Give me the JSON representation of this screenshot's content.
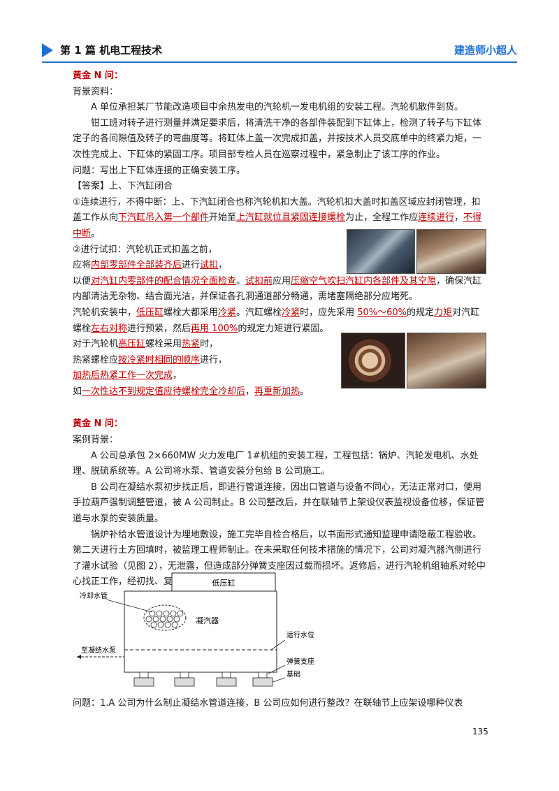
{
  "header": {
    "title": "第 1 篇  机电工程技术",
    "brand": "建造师小超人"
  },
  "section1": {
    "title": "黄金 N 问：",
    "background_label": "背景资料：",
    "p1": "A 单位承担某厂节能改造项目中余热发电的汽轮机一发电机组的安装工程。汽轮机散件到货。",
    "p2": "钳工班对转子进行测量并满足要求后，将清洗干净的各部件装配到下缸体上，检测了转子与下缸体定子的各间隙值及转子的弯曲度等。将缸体上盖一次完成扣盖，并按技术人员交底单中的终紧力矩，一次性完成上、下缸体的紧固工序。项目部专检人员在巡察过程中，紧急制止了该工序的作业。",
    "question": "问题：写出上下缸体连接的正确安装工序。",
    "answer": "【答案】上、下汽缸闭合",
    "a1_1": "①连续进行，不得中断：上、下汽缸闭合也称汽轮机扣大盖。汽轮机扣大盖时扣盖区域应封闭管理，扣盖工作从向",
    "a1_u1": "下汽缸吊入第一个部件",
    "a1_2": "开始至",
    "a1_u2": "上汽缸就位且紧固连接螺栓",
    "a1_3": "为止，全程工作应",
    "a1_u3": "连续进行",
    "a1_4": "，",
    "a1_u4": "不得中断",
    "a1_5": "。",
    "a2_1": "②进行试扣：汽轮机正式扣盖之前，",
    "a2_2": "应将",
    "a2_u1": "内部零部件全部装齐后",
    "a2_3": "进行",
    "a2_u2": "试扣",
    "a2_4": "，",
    "a2_5": "以便",
    "a2_u3": "对汽缸内零部件的配合情况全面检查",
    "a2_6": "。",
    "a2_u4": "试扣前",
    "a2_7": "应用",
    "a2_u5": "压缩空气吹扫汽缸内各部件及其空隙",
    "a2_8": "，确保汽缸内部清洁无杂物、结合面光洁，并保证各孔洞通道部分畅通，需堵塞隔绝部分应堵死。",
    "a3_1": "汽轮机安装中，",
    "a3_u1": "低压缸",
    "a3_2": "螺栓大都采用",
    "a3_u2": "冷紧",
    "a3_3": "。汽缸螺栓",
    "a3_u3": "冷紧",
    "a3_4": "时，应先采用 ",
    "a3_u4": "50%～60%",
    "a3_5": "的规定",
    "a3_u5": "力矩",
    "a3_6": "对汽缸螺栓",
    "a3_u6": "左右对称",
    "a3_7": "进行预紧，然后",
    "a3_u7": "再用 100%",
    "a3_8": "的规定力矩进行紧固。",
    "a4_1": "对于汽轮机",
    "a4_u1": "高压缸",
    "a4_2": "螺栓采用",
    "a4_u2": "热紧",
    "a4_3": "时，",
    "a4_4": "热紧螺栓应",
    "a4_u3": "按冷紧时相同的顺序",
    "a4_5": "进行，",
    "a4_u4": "加热后热紧工作一次完成",
    "a4_6": "，",
    "a4_7": "如",
    "a4_u5": "一次性达不到规定值应待螺栓完全冷却后",
    "a4_8": "，",
    "a4_u6": "再重新加热",
    "a4_9": "。"
  },
  "section2": {
    "title": "黄金 N 问：",
    "background_label": "案例背景：",
    "p1": "A 公司总承包 2×660MW 火力发电厂 1#机组的安装工程，工程包括：锅炉、汽轮发电机、水处理、脱硫系统等。A 公司将水泵、管道安装分包给 B 公司施工。",
    "p2": "B 公司在凝结水泵初步找正后，即进行管道连接，因出口管道与设备不同心，无法正常对口，便用手拉葫芦强制调整管道，被 A 公司制止。B 公司整改后，并在联轴节上架设仪表监视设备位移，保证管道与水泵的安装质量。",
    "p3": "锅炉补给水管道设计为埋地敷设，施工完毕自检合格后，以书面形式通知监理申请隐蔽工程验收。第二天进行土方回填时，被监理工程师制止。在未采取任何技术措施的情况下，公司对凝汽器汽侧进行了灌水试验（见图 2），无泄露，但造成部分弹簧支座因过载而损坏。返修后，进行汽轮机组轴系对轮中心找正工作，经初找、复找验收合格。",
    "question": "问题：1.A 公司为什么制止凝结水管道连接，B 公司应如何进行整改？在联轴节上应架设哪种仪表"
  },
  "diagram": {
    "low_pressure_cylinder": "低压缸",
    "cooling_pipe": "冷却水管",
    "condenser": "凝汽器",
    "to_pump": "至凝结水泵",
    "water_level": "运行水位",
    "spring_support": "弹簧支座",
    "foundation": "基础"
  },
  "page_number": "135"
}
